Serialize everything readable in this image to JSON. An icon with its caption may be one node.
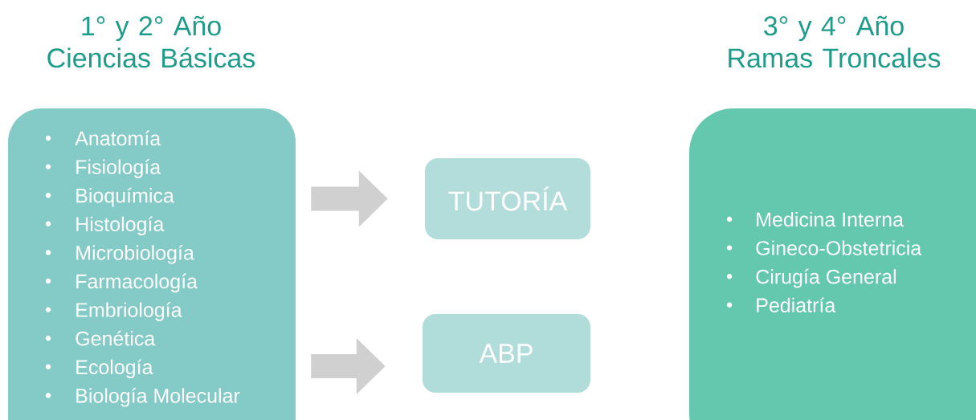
{
  "diagram": {
    "nodes": [
      {
        "text": [
          "1° y 2° Año Ciencias Básicas",
          "Anatomía",
          "Fisiología",
          "Bioquímica",
          "Histología",
          "Microbiología",
          "Farmacología",
          "Embriología",
          "Genética",
          "Ecología",
          "Biología Molecular"
        ]
      },
      {
        "text": [
          "TUTORÍA"
        ]
      },
      {
        "text": [
          "ABP"
        ]
      },
      {
        "text": [
          "3° y 4° Año Ramas Troncales",
          "Medicina Interna",
          "Gineco-Obstetricia",
          "Cirugía General",
          "Pediatría"
        ]
      }
    ],
    "edges": [
      {
        "from": 0,
        "to": 1,
        "arrow": "to"
      },
      {
        "from": 0,
        "to": 2,
        "arrow": "to"
      }
    ]
  }
}
